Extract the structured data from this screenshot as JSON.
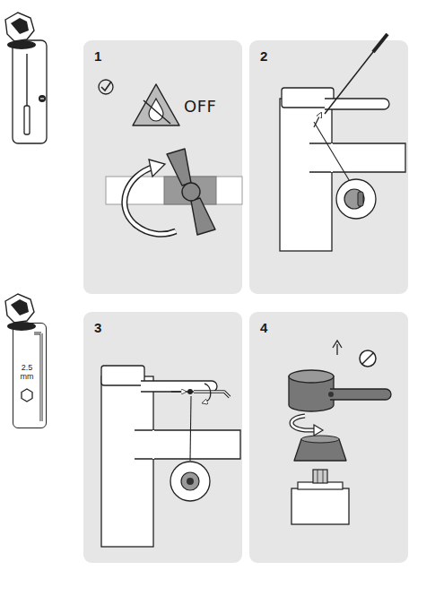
{
  "diagram": {
    "nodes": [
      {
        "text": [
          "1",
          "OFF"
        ]
      },
      {
        "text": [
          "2"
        ]
      },
      {
        "text": [
          "2.5 mm"
        ]
      },
      {
        "text": [
          "3"
        ]
      },
      {
        "text": [
          "4"
        ]
      }
    ]
  }
}
